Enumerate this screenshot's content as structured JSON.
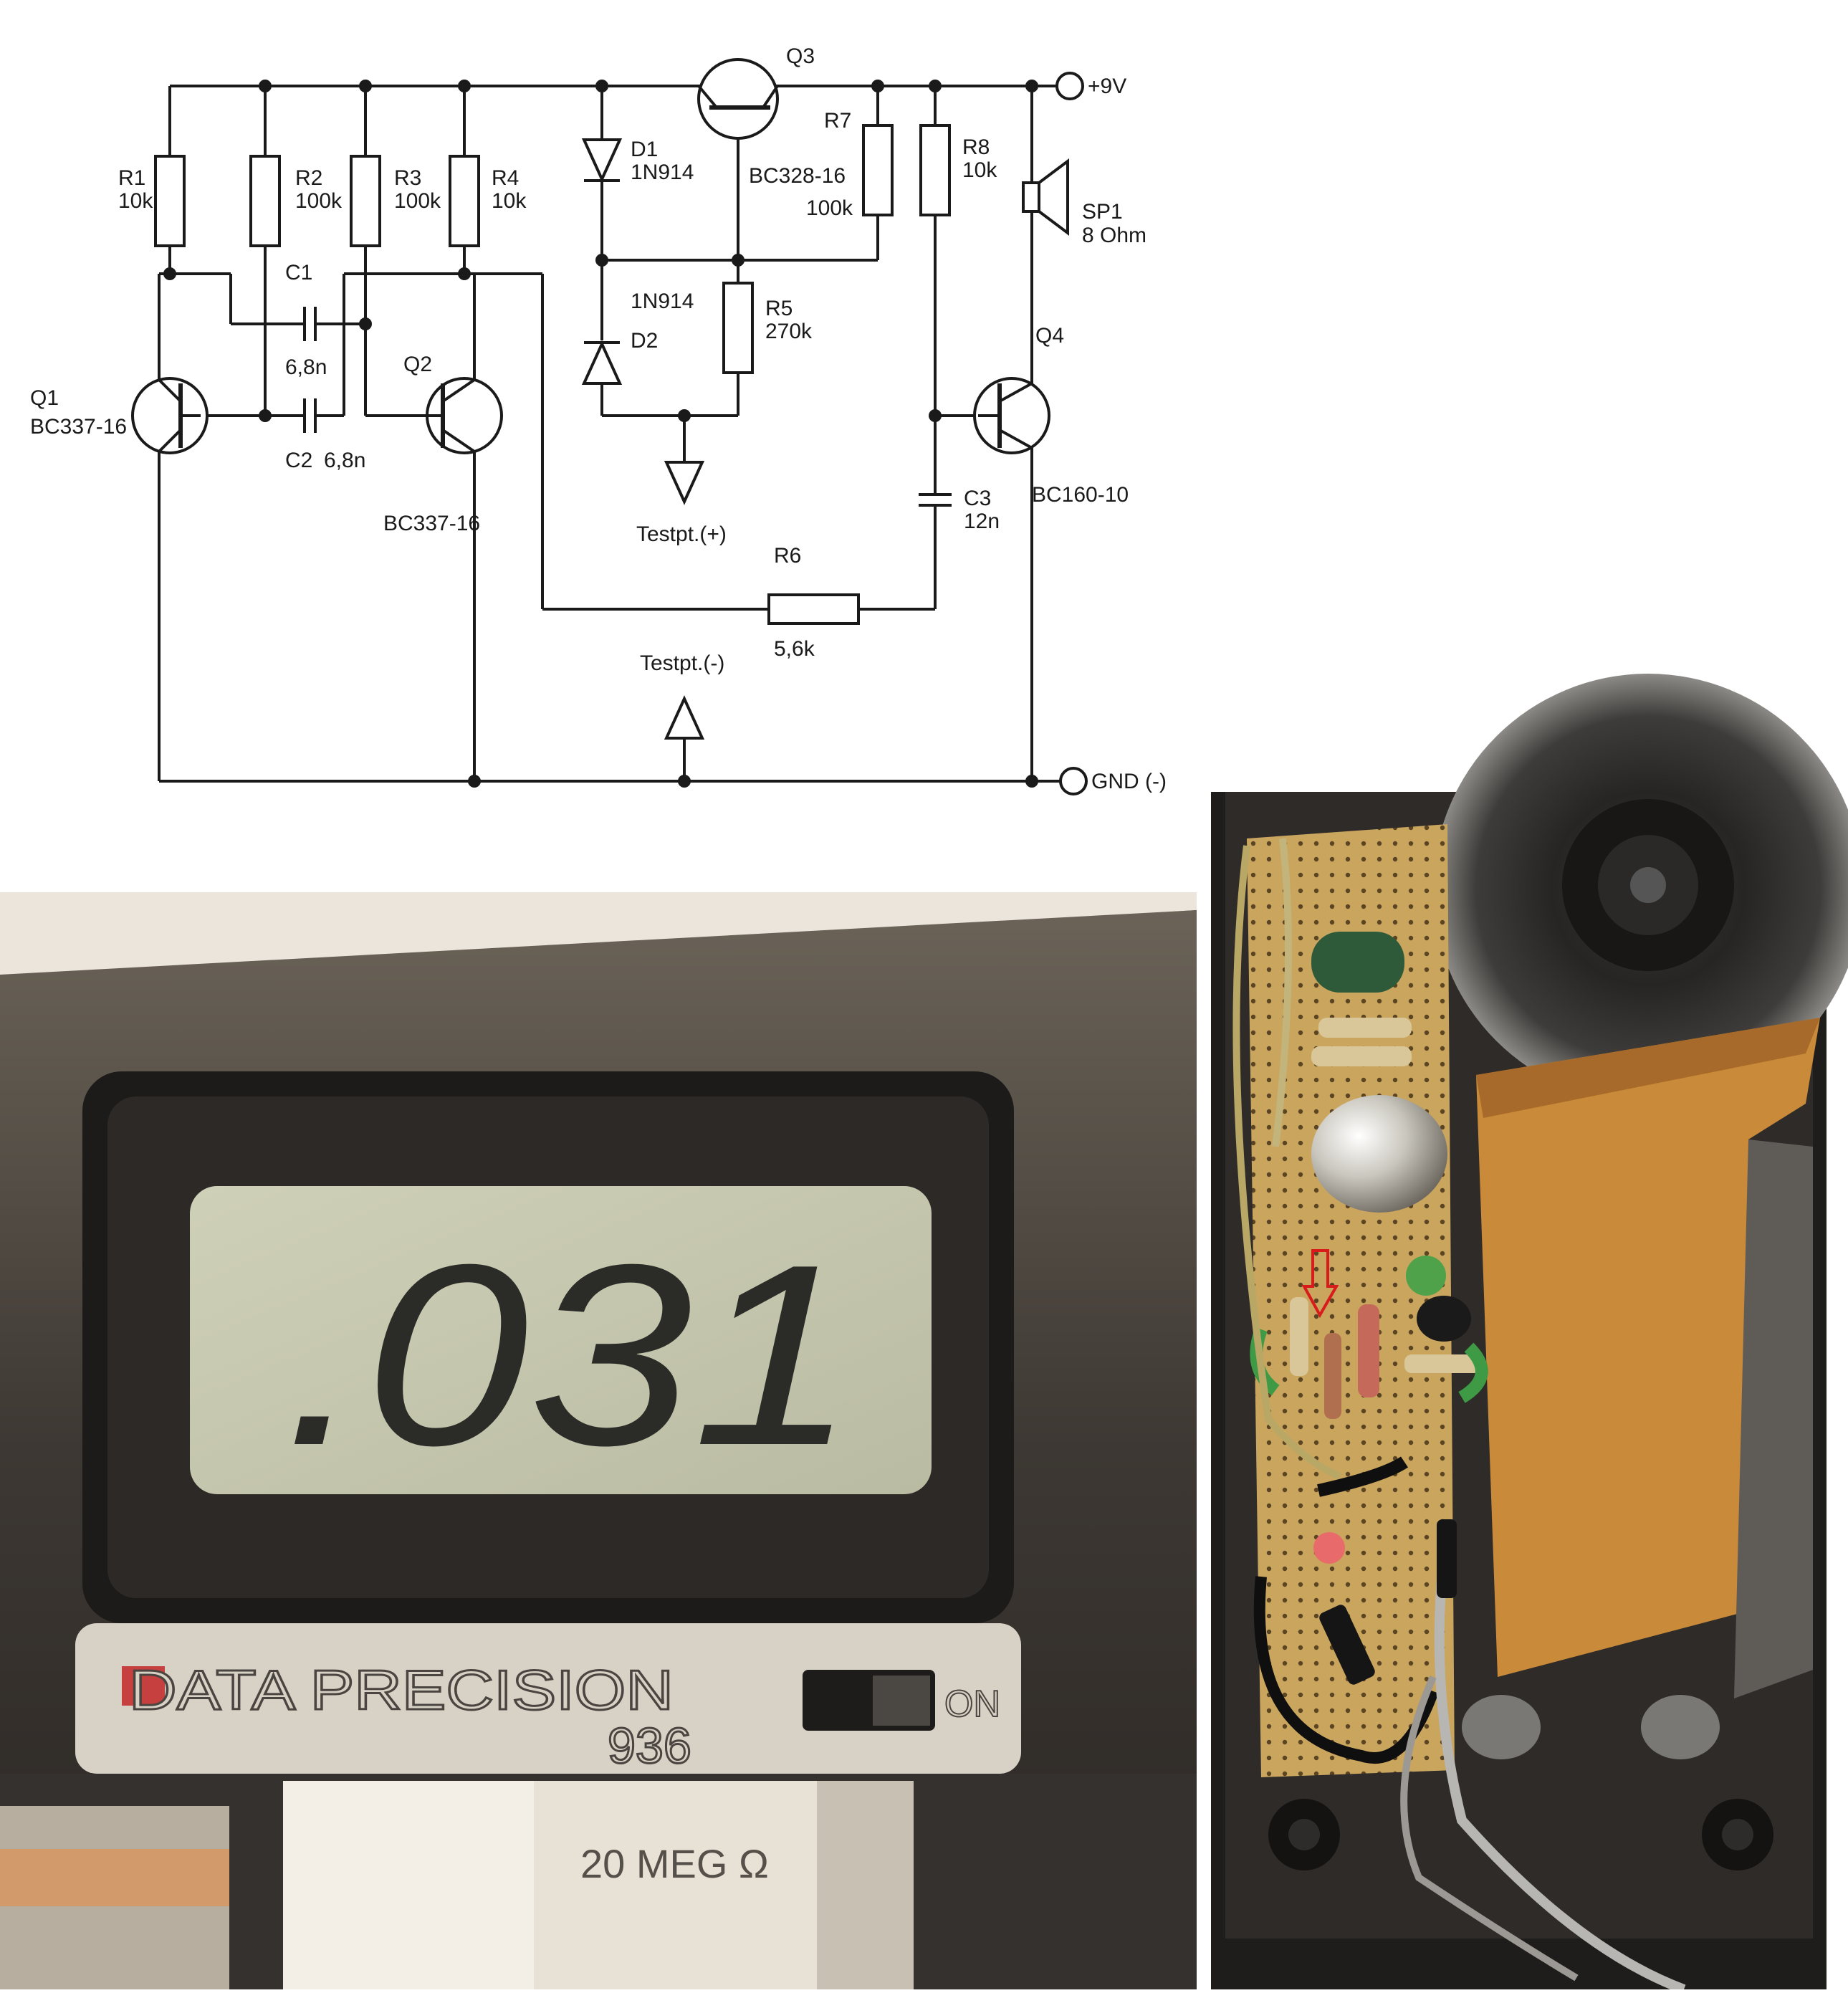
{
  "schematic": {
    "power": {
      "vplus": "+9V",
      "gnd": "GND (-)"
    },
    "resistors": {
      "r1": {
        "name": "R1",
        "value": "10k"
      },
      "r2": {
        "name": "R2",
        "value": "100k"
      },
      "r3": {
        "name": "R3",
        "value": "100k"
      },
      "r4": {
        "name": "R4",
        "value": "10k"
      },
      "r5": {
        "name": "R5",
        "value": "270k"
      },
      "r6": {
        "name": "R6",
        "value": "5,6k"
      },
      "r7": {
        "name": "R7",
        "value": "100k"
      },
      "r8": {
        "name": "R8",
        "value": "10k"
      }
    },
    "capacitors": {
      "c1": {
        "name": "C1",
        "value": "6,8n"
      },
      "c2": {
        "name": "C2",
        "value": "6,8n"
      },
      "c3": {
        "name": "C3",
        "value": "12n"
      }
    },
    "diodes": {
      "d1": {
        "name": "D1",
        "value": "1N914"
      },
      "d2": {
        "name": "D2",
        "value": "1N914"
      }
    },
    "transistors": {
      "q1": {
        "name": "Q1",
        "value": "BC337-16"
      },
      "q2": {
        "name": "Q2",
        "value": "BC337-16"
      },
      "q3": {
        "name": "Q3",
        "value": "BC328-16"
      },
      "q4": {
        "name": "Q4",
        "value": "BC160-10"
      }
    },
    "speaker": {
      "name": "SP1",
      "value": "8 Ohm"
    },
    "testpoints": {
      "plus": "Testpt.(+)",
      "minus": "Testpt.(-)"
    }
  },
  "meter": {
    "reading": ".031",
    "brand": "DATA  PRECISION",
    "model": "936",
    "switch_label": "ON",
    "range_label": "20 MEG Ω"
  },
  "colors": {
    "wire": "#1a1a1a",
    "meter_body": "#3a3633",
    "lcd": "#c4c5ad",
    "lcd_digit": "#2b2b28",
    "board": "#c9a55e",
    "enclosure": "#1f1d1c",
    "tape": "#c98a3a",
    "arrow": "#d81c1c"
  }
}
